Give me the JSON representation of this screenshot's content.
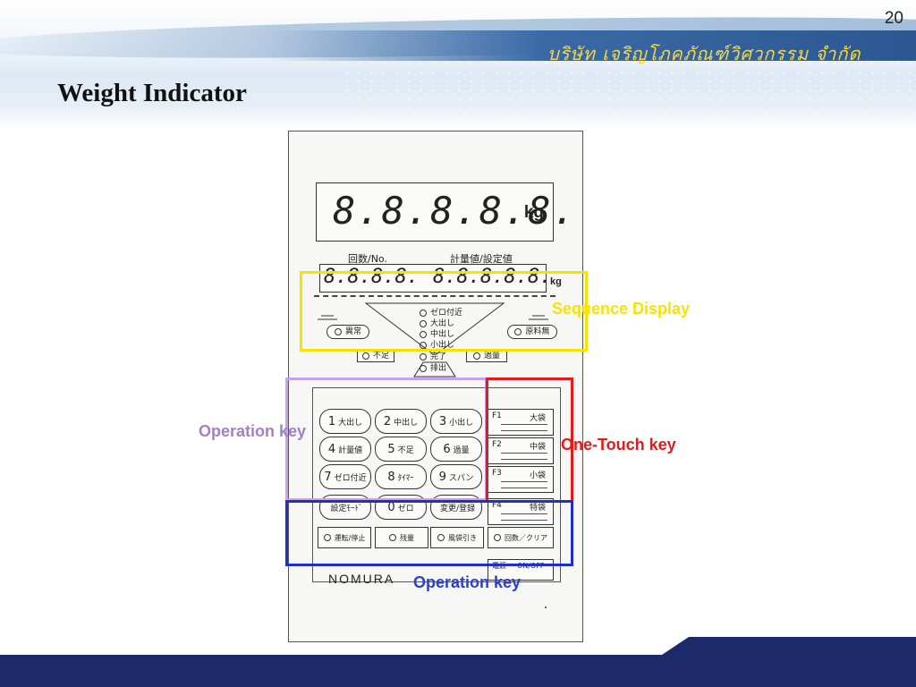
{
  "slide": {
    "page_number": "20",
    "company_name": "บริษัท เจริญโภคภัณฑ์วิศวกรรม จำกัด",
    "title": "Weight Indicator"
  },
  "device": {
    "main_display": {
      "digits": "8.8.8.8.8.",
      "unit": "kg"
    },
    "label_count": "回数/No.",
    "label_weight": "計量値/設定値",
    "seq_display": {
      "count_digits": "8.8.8.8.",
      "weight_digits": "8.8.8.8.8.",
      "unit": "kg"
    },
    "status_lamps": [
      "ゼロ付近",
      "大出し",
      "中出し",
      "小出し",
      "完了",
      "排出"
    ],
    "side_lamps": {
      "error": "異常",
      "no_material": "原料無",
      "under": "不足",
      "over": "過量"
    },
    "number_keys": [
      {
        "num": "1",
        "label": "大出し"
      },
      {
        "num": "2",
        "label": "中出し"
      },
      {
        "num": "3",
        "label": "小出し"
      },
      {
        "num": "4",
        "label": "計量値"
      },
      {
        "num": "5",
        "label": "不足"
      },
      {
        "num": "6",
        "label": "過量"
      },
      {
        "num": "7",
        "label": "ゼロ付近"
      },
      {
        "num": "8",
        "label": "ﾀｲﾏｰ"
      },
      {
        "num": "9",
        "label": "スパン"
      },
      {
        "num": "",
        "label": "設定ﾓｰﾄﾞ"
      },
      {
        "num": "0",
        "label": "ゼロ"
      },
      {
        "num": "",
        "label": "変更/登録"
      }
    ],
    "function_keys": [
      {
        "fn": "F1",
        "label": "大袋"
      },
      {
        "fn": "F2",
        "label": "中袋"
      },
      {
        "fn": "F3",
        "label": "小袋"
      },
      {
        "fn": "F4",
        "label": "特袋"
      }
    ],
    "operation_keys": [
      "運転/停止",
      "残量",
      "風袋引き",
      "回数／クリア"
    ],
    "power_key": {
      "label": "電源",
      "sub": "ON/OFF"
    },
    "brand": "NOMURA"
  },
  "annotations": {
    "sequence_display": {
      "label": "Sequence Display",
      "color": "#f5e400"
    },
    "operation_key_left": {
      "label": "Operation key",
      "color": "#a57ec9"
    },
    "one_touch_key": {
      "label": "One-Touch key",
      "color": "#e01b1b"
    },
    "operation_key_bottom": {
      "label": "Operation key",
      "color": "#2b3fd0"
    }
  },
  "colors": {
    "footer": "#1c2a6a",
    "company_text": "#f2d84a"
  }
}
